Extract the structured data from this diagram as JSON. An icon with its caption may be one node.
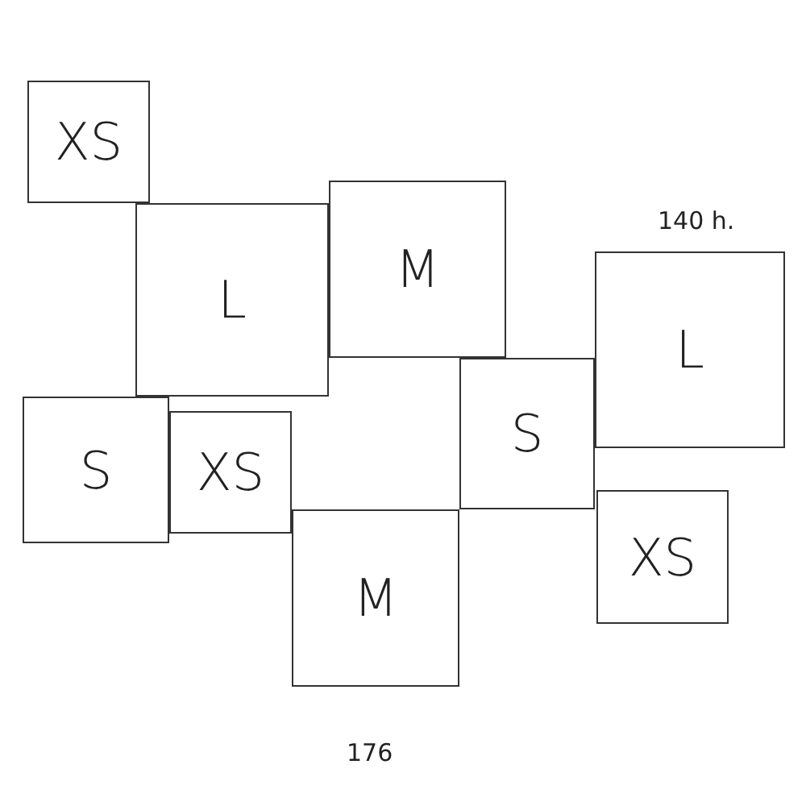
{
  "diagram": {
    "nodes": [
      {
        "text": [
          "XS"
        ]
      },
      {
        "text": [
          "L"
        ]
      },
      {
        "text": [
          "M"
        ]
      },
      {
        "text": [
          "L"
        ]
      },
      {
        "text": [
          "S"
        ]
      },
      {
        "text": [
          "S"
        ]
      },
      {
        "text": [
          "XS"
        ]
      },
      {
        "text": [
          "XS"
        ]
      },
      {
        "text": [
          "M"
        ]
      }
    ],
    "labels": [
      "140 h.",
      "176"
    ]
  }
}
